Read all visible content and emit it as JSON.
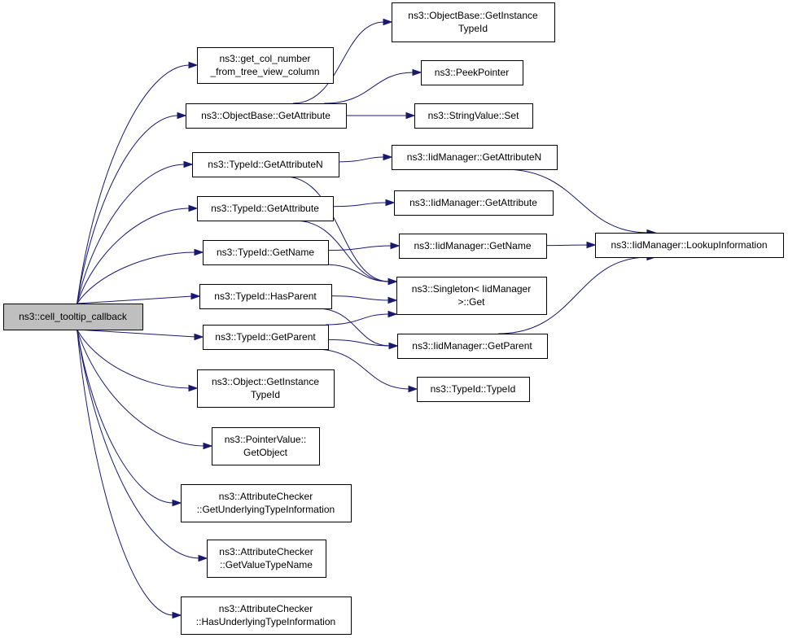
{
  "nodes": [
    {
      "id": "root",
      "lines": [
        "ns3::cell_tooltip_callback"
      ]
    },
    {
      "id": "get_col",
      "lines": [
        "ns3::get_col_number",
        "_from_tree_view_column"
      ]
    },
    {
      "id": "ob_getattr",
      "lines": [
        "ns3::ObjectBase::GetAttribute"
      ]
    },
    {
      "id": "tid_getattrn",
      "lines": [
        "ns3::TypeId::GetAttributeN"
      ]
    },
    {
      "id": "tid_getattr",
      "lines": [
        "ns3::TypeId::GetAttribute"
      ]
    },
    {
      "id": "tid_getname",
      "lines": [
        "ns3::TypeId::GetName"
      ]
    },
    {
      "id": "tid_hasparent",
      "lines": [
        "ns3::TypeId::HasParent"
      ]
    },
    {
      "id": "tid_getparent",
      "lines": [
        "ns3::TypeId::GetParent"
      ]
    },
    {
      "id": "obj_getinst",
      "lines": [
        "ns3::Object::GetInstance",
        "TypeId"
      ]
    },
    {
      "id": "pv_getobj",
      "lines": [
        "ns3::PointerValue::",
        "GetObject"
      ]
    },
    {
      "id": "ac_getunder",
      "lines": [
        "ns3::AttributeChecker",
        "::GetUnderlyingTypeInformation"
      ]
    },
    {
      "id": "ac_getvalue",
      "lines": [
        "ns3::AttributeChecker",
        "::GetValueTypeName"
      ]
    },
    {
      "id": "ac_hasunder",
      "lines": [
        "ns3::AttributeChecker",
        "::HasUnderlyingTypeInformation"
      ]
    },
    {
      "id": "ob_getinst",
      "lines": [
        "ns3::ObjectBase::GetInstance",
        "TypeId"
      ]
    },
    {
      "id": "peek",
      "lines": [
        "ns3::PeekPointer"
      ]
    },
    {
      "id": "sv_set",
      "lines": [
        "ns3::StringValue::Set"
      ]
    },
    {
      "id": "iid_getattrn",
      "lines": [
        "ns3::IidManager::GetAttributeN"
      ]
    },
    {
      "id": "iid_getattr",
      "lines": [
        "ns3::IidManager::GetAttribute"
      ]
    },
    {
      "id": "iid_getname",
      "lines": [
        "ns3::IidManager::GetName"
      ]
    },
    {
      "id": "singleton",
      "lines": [
        "ns3::Singleton< IidManager",
        " >::Get"
      ]
    },
    {
      "id": "iid_getparent",
      "lines": [
        "ns3::IidManager::GetParent"
      ]
    },
    {
      "id": "tid_typeid",
      "lines": [
        "ns3::TypeId::TypeId"
      ]
    },
    {
      "id": "iid_lookup",
      "lines": [
        "ns3::IidManager::LookupInformation"
      ]
    }
  ],
  "edges": [
    [
      "root",
      "get_col"
    ],
    [
      "root",
      "ob_getattr"
    ],
    [
      "root",
      "tid_getattrn"
    ],
    [
      "root",
      "tid_getattr"
    ],
    [
      "root",
      "tid_getname"
    ],
    [
      "root",
      "tid_hasparent"
    ],
    [
      "root",
      "tid_getparent"
    ],
    [
      "root",
      "obj_getinst"
    ],
    [
      "root",
      "pv_getobj"
    ],
    [
      "root",
      "ac_getunder"
    ],
    [
      "root",
      "ac_getvalue"
    ],
    [
      "root",
      "ac_hasunder"
    ],
    [
      "ob_getattr",
      "ob_getinst"
    ],
    [
      "ob_getattr",
      "peek"
    ],
    [
      "ob_getattr",
      "sv_set"
    ],
    [
      "tid_getattrn",
      "iid_getattrn"
    ],
    [
      "tid_getattrn",
      "singleton"
    ],
    [
      "tid_getattr",
      "iid_getattr"
    ],
    [
      "tid_getattr",
      "singleton"
    ],
    [
      "tid_getname",
      "iid_getname"
    ],
    [
      "tid_getname",
      "singleton"
    ],
    [
      "tid_hasparent",
      "singleton"
    ],
    [
      "tid_hasparent",
      "iid_getparent"
    ],
    [
      "tid_getparent",
      "singleton"
    ],
    [
      "tid_getparent",
      "iid_getparent"
    ],
    [
      "tid_getparent",
      "tid_typeid"
    ],
    [
      "iid_getattrn",
      "iid_lookup"
    ],
    [
      "iid_getname",
      "iid_lookup"
    ],
    [
      "iid_getparent",
      "iid_lookup"
    ]
  ],
  "colors": {
    "edge": "#191970",
    "root_fill": "#bfbfbf",
    "node_fill": "#ffffff"
  }
}
